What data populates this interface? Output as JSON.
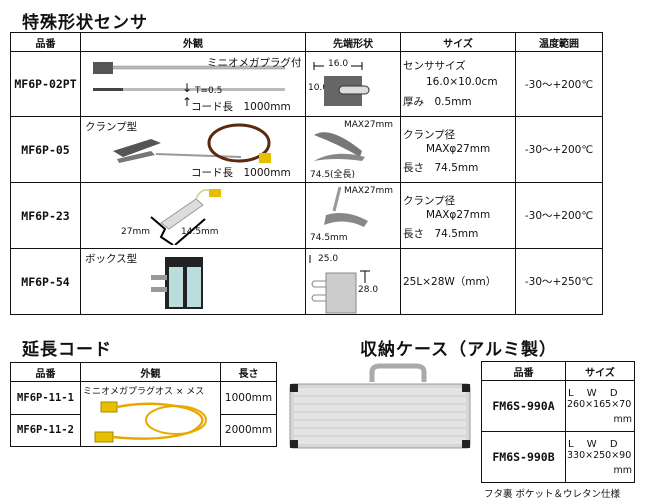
{
  "sensors": {
    "title": "特殊形状センサ",
    "headers": [
      "品番",
      "外観",
      "先端形状",
      "サイズ",
      "温度範囲"
    ],
    "rows": [
      {
        "code": "MF6P-02PT",
        "appearance": [
          "ミニオメガプラグ付",
          "T=0.5",
          "コード長　1000mm"
        ],
        "tip": [
          "16.0",
          "10.0"
        ],
        "size": [
          "センササイズ",
          "16.0×10.0cm",
          "厚み　0.5mm"
        ],
        "temp": "-30～+200℃"
      },
      {
        "code": "MF6P-05",
        "appearance": [
          "クランプ型",
          "コード長　1000mm"
        ],
        "tip": [
          "MAX27mm",
          "74.5(全長)"
        ],
        "size": [
          "クランプ径",
          "MAXφ27mm",
          "長さ　74.5mm"
        ],
        "temp": "-30～+200℃"
      },
      {
        "code": "MF6P-23",
        "appearance": [
          "27mm",
          "14.5mm"
        ],
        "tip": [
          "MAX27mm",
          "74.5mm"
        ],
        "size": [
          "クランプ径",
          "MAXφ27mm",
          "長さ　74.5mm"
        ],
        "temp": "-30～+200℃"
      },
      {
        "code": "MF6P-54",
        "appearance": [
          "ボックス型"
        ],
        "tip": [
          "25.0",
          "28.0"
        ],
        "size": [
          "25L×28W（mm）"
        ],
        "temp": "-30～+250℃"
      }
    ]
  },
  "extension": {
    "title": "延長コード",
    "headers": [
      "品番",
      "外観",
      "長さ"
    ],
    "appearance_label": "ミニオメガプラグオス × メス",
    "rows": [
      {
        "code": "MF6P-11-1",
        "length": "1000mm"
      },
      {
        "code": "MF6P-11-2",
        "length": "2000mm"
      }
    ]
  },
  "case": {
    "title": "収納ケース（アルミ製）",
    "headers": [
      "品番",
      "サイズ"
    ],
    "dims_label": "L　 W　 D",
    "rows": [
      {
        "code": "FM6S-990A",
        "size": "260×165×70",
        "unit": "mm"
      },
      {
        "code": "FM6S-990B",
        "size": "330×250×90",
        "unit": "mm"
      }
    ],
    "note": "フタ裏 ポケット＆ウレタン仕様"
  }
}
